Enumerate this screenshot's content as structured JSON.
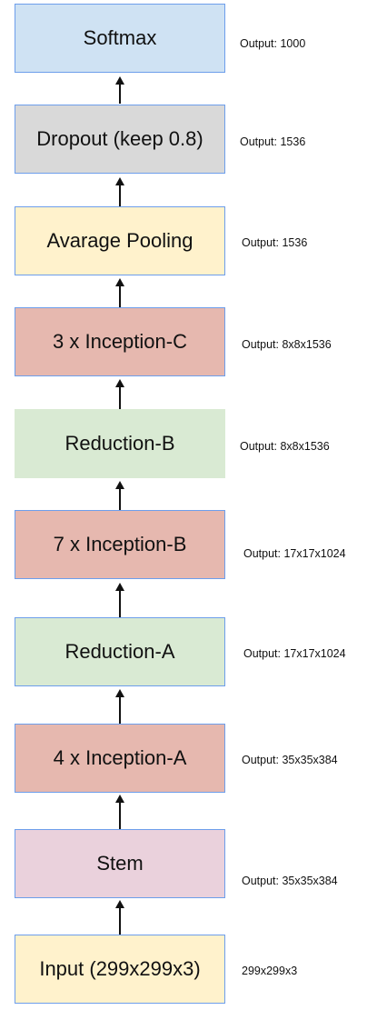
{
  "colors": {
    "softmax": "#cfe2f3",
    "dropout": "#d9d9d9",
    "pooling": "#fff2cc",
    "inception": "#e6b8af",
    "reduction": "#d9ead3",
    "stem": "#ead1dc",
    "input": "#fff2cc",
    "border": "#6d9eeb"
  },
  "blocks": [
    {
      "label": "Softmax",
      "output": "Output: 1000"
    },
    {
      "label": "Dropout (keep 0.8)",
      "output": "Output: 1536"
    },
    {
      "label": "Avarage Pooling",
      "output": "Output: 1536"
    },
    {
      "label": "3 x Inception-C",
      "output": "Output: 8x8x1536"
    },
    {
      "label": "Reduction-B",
      "output": "Output: 8x8x1536"
    },
    {
      "label": "7 x Inception-B",
      "output": "Output: 17x17x1024"
    },
    {
      "label": "Reduction-A",
      "output": "Output: 17x17x1024"
    },
    {
      "label": "4 x Inception-A",
      "output": "Output: 35x35x384"
    },
    {
      "label": "Stem",
      "output": "Output: 35x35x384"
    },
    {
      "label": "Input (299x299x3)",
      "output": "299x299x3"
    }
  ]
}
